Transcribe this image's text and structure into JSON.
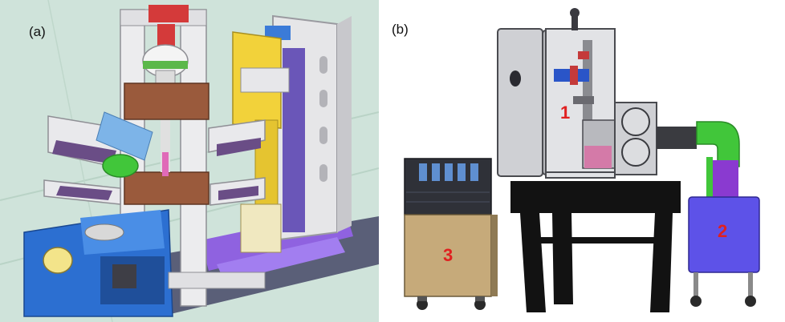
{
  "panels": {
    "a": {
      "label": "(a)"
    },
    "b": {
      "label": "(b)"
    }
  },
  "callouts": [
    {
      "label": "1"
    },
    {
      "label": "2"
    },
    {
      "label": "3"
    }
  ],
  "colors": {
    "callout": "#e02020",
    "cad_background": "#cfe3da",
    "frame": "#e8e8e8",
    "copper": "#9a5a3c",
    "yellow_stage": "#f2d23a",
    "blue_base": "#2c6fd1",
    "purple_base": "#7b56d6",
    "green": "#41c63a",
    "blue_pump": "#5d52e8",
    "tan_cabinet": "#c6aa7a",
    "dark_table": "#121212",
    "chamber_gray": "#cfd0d4"
  }
}
